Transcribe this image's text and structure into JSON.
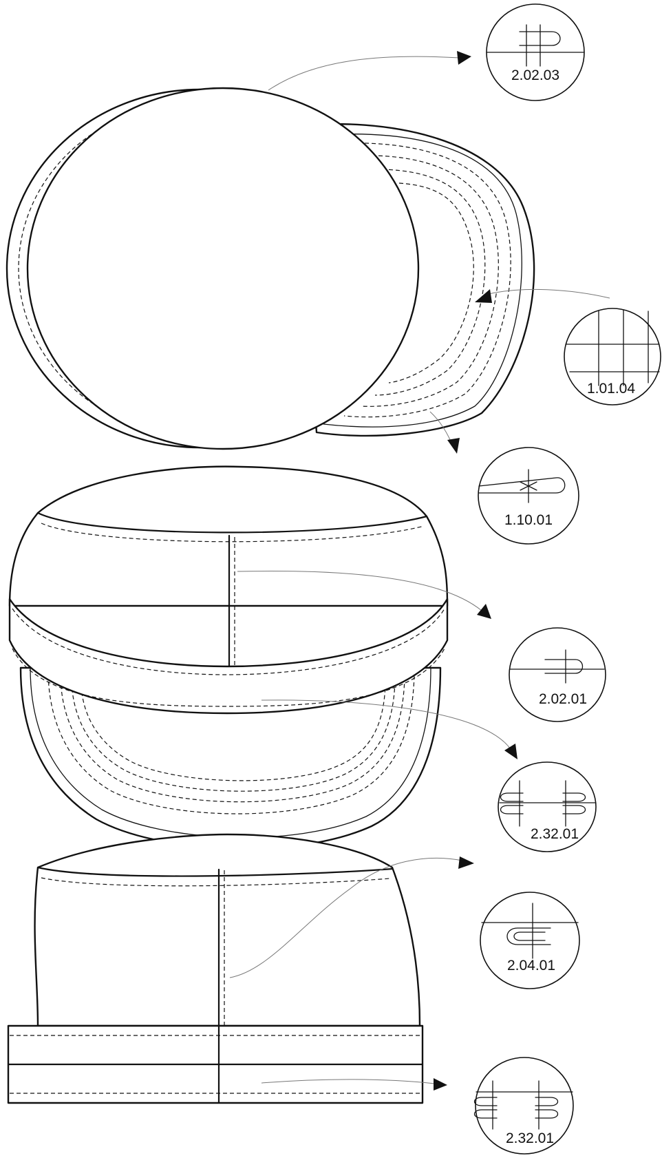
{
  "callouts": [
    {
      "code": "2.02.03"
    },
    {
      "code": "1.01.04"
    },
    {
      "code": "1.10.01"
    },
    {
      "code": "2.02.01"
    },
    {
      "code": "2.32.01"
    },
    {
      "code": "2.04.01"
    },
    {
      "code": "2.32.01"
    }
  ]
}
